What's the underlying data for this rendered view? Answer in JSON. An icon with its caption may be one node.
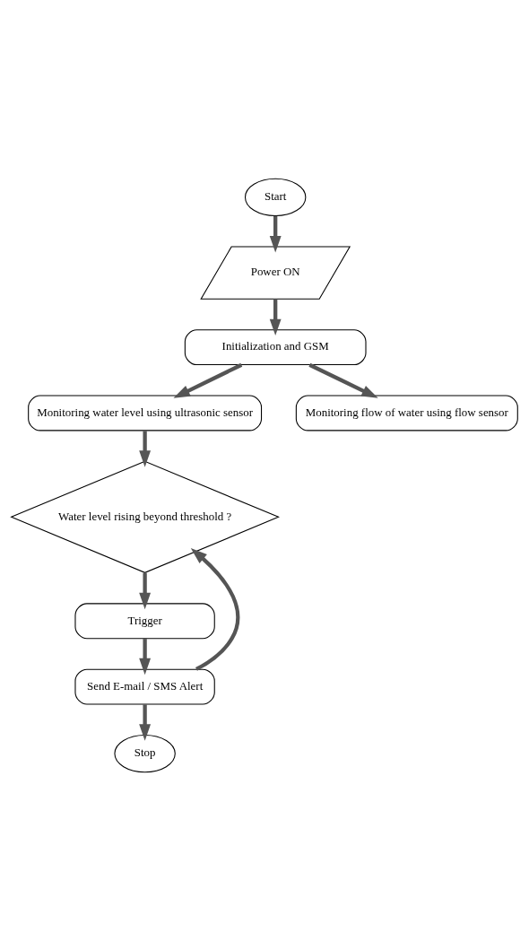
{
  "diagram": {
    "nodes": [
      {
        "text": [
          "Start"
        ]
      },
      {
        "text": [
          "Power ON"
        ]
      },
      {
        "text": [
          "Initialization and GSM"
        ]
      },
      {
        "text": [
          "Monitoring water level using ultrasonic sensor"
        ]
      },
      {
        "text": [
          "Monitoring flow of water using flow sensor"
        ]
      },
      {
        "text": [
          "Water level rising beyond threshold ?"
        ]
      },
      {
        "text": [
          "Trigger"
        ]
      },
      {
        "text": [
          "Send E-mail / SMS Alert"
        ]
      },
      {
        "text": [
          "Stop"
        ]
      }
    ],
    "edges": [
      {
        "from": 0,
        "to": 1,
        "arrow": "to"
      },
      {
        "from": 1,
        "to": 2,
        "arrow": "to"
      },
      {
        "from": 2,
        "to": 3,
        "arrow": "to"
      },
      {
        "from": 2,
        "to": 4,
        "arrow": "to"
      },
      {
        "from": 3,
        "to": 5,
        "arrow": "to"
      },
      {
        "from": 5,
        "to": 6,
        "arrow": "to"
      },
      {
        "from": 6,
        "to": 7,
        "arrow": "to"
      },
      {
        "from": 7,
        "to": 8,
        "arrow": "to"
      },
      {
        "from": 7,
        "to": 5,
        "arrow": "to"
      }
    ]
  }
}
